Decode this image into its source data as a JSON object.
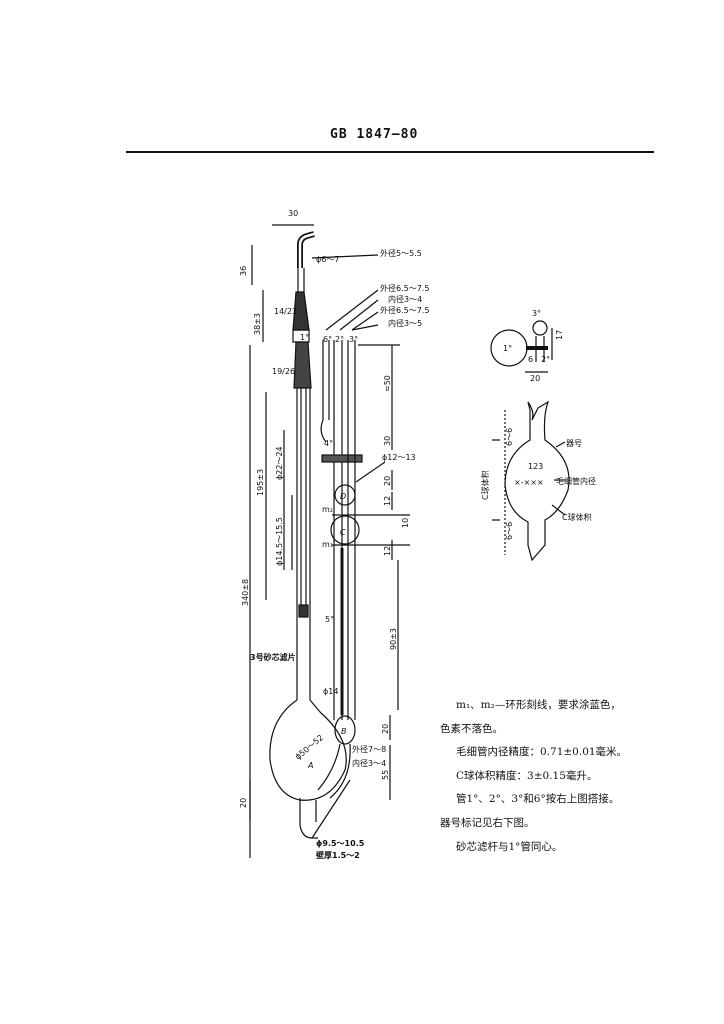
{
  "header": {
    "standard": "GB 1847—80"
  },
  "drawing": {
    "labels": {
      "top_width": "30",
      "hook_height": "36",
      "hook_dia": "ϕ6～7",
      "od_top": "外径5～5.5",
      "od_mid": "外径6.5～7.5",
      "id_mid": "内径3～4",
      "od_right": "外径6.5～7.5",
      "id_right": "内径3～5",
      "joint_upper": "14/23",
      "joint_lower": "19/26",
      "height_upper": "38±3",
      "tube_1": "1°",
      "tube_6": "6°",
      "tube_2": "2°",
      "tube_3": "3°",
      "dim_50": "≈50",
      "dim_30": "30",
      "dim_20": "20",
      "dim_12a": "12",
      "dim_10": "10",
      "dim_12b": "12",
      "dia_12_13": "ϕ12～13",
      "tube_4": "4°",
      "bulb_d": "D",
      "bulb_c": "C",
      "mark_m2": "m₂",
      "mark_m1": "m₁",
      "dim_195": "195±3",
      "dia_22_24": "ϕ22～24",
      "dia_14_15": "ϕ14.5～15.5",
      "height_total": "340±8",
      "tube_5": "5°",
      "dim_90": "90±3",
      "filter_label": "3号砂芯滤片",
      "dia_14": "ϕ14",
      "bulb_b": "B",
      "dim_20b": "20",
      "bulb_a": "A",
      "dia_50_52": "ϕ50～52",
      "od_bottom": "外径7～8",
      "id_bottom": "内径3～4",
      "dim_55": "55",
      "dim_20c": "20",
      "dia_bottom": "ϕ9.5～10.5",
      "wall_bottom": "壁厚1.5～2"
    },
    "detail_top": {
      "tube_3": "3°",
      "tube_1": "1°",
      "tube_6": "6",
      "tube_2": "2°",
      "width": "20",
      "height": "17"
    },
    "detail_bulb": {
      "dim_top": "6～6",
      "dim_bottom": "6～6",
      "side_label": "C球体积",
      "serial": "123",
      "serial_label": "器号",
      "marks": "×-×××",
      "capillary_label": "毛细管内径",
      "volume_label": "C球体积"
    }
  },
  "notes": [
    "m₁、m₂—环形刻线，要求涂蓝色，",
    "色素不落色。",
    "毛细管内径精度：0.71±0.01毫米。",
    "C球体积精度：3±0.15毫升。",
    "管1°、2°、3°和6°按右上图搭接。",
    "器号标记见右下图。",
    "砂芯滤杆与1°管同心。"
  ]
}
